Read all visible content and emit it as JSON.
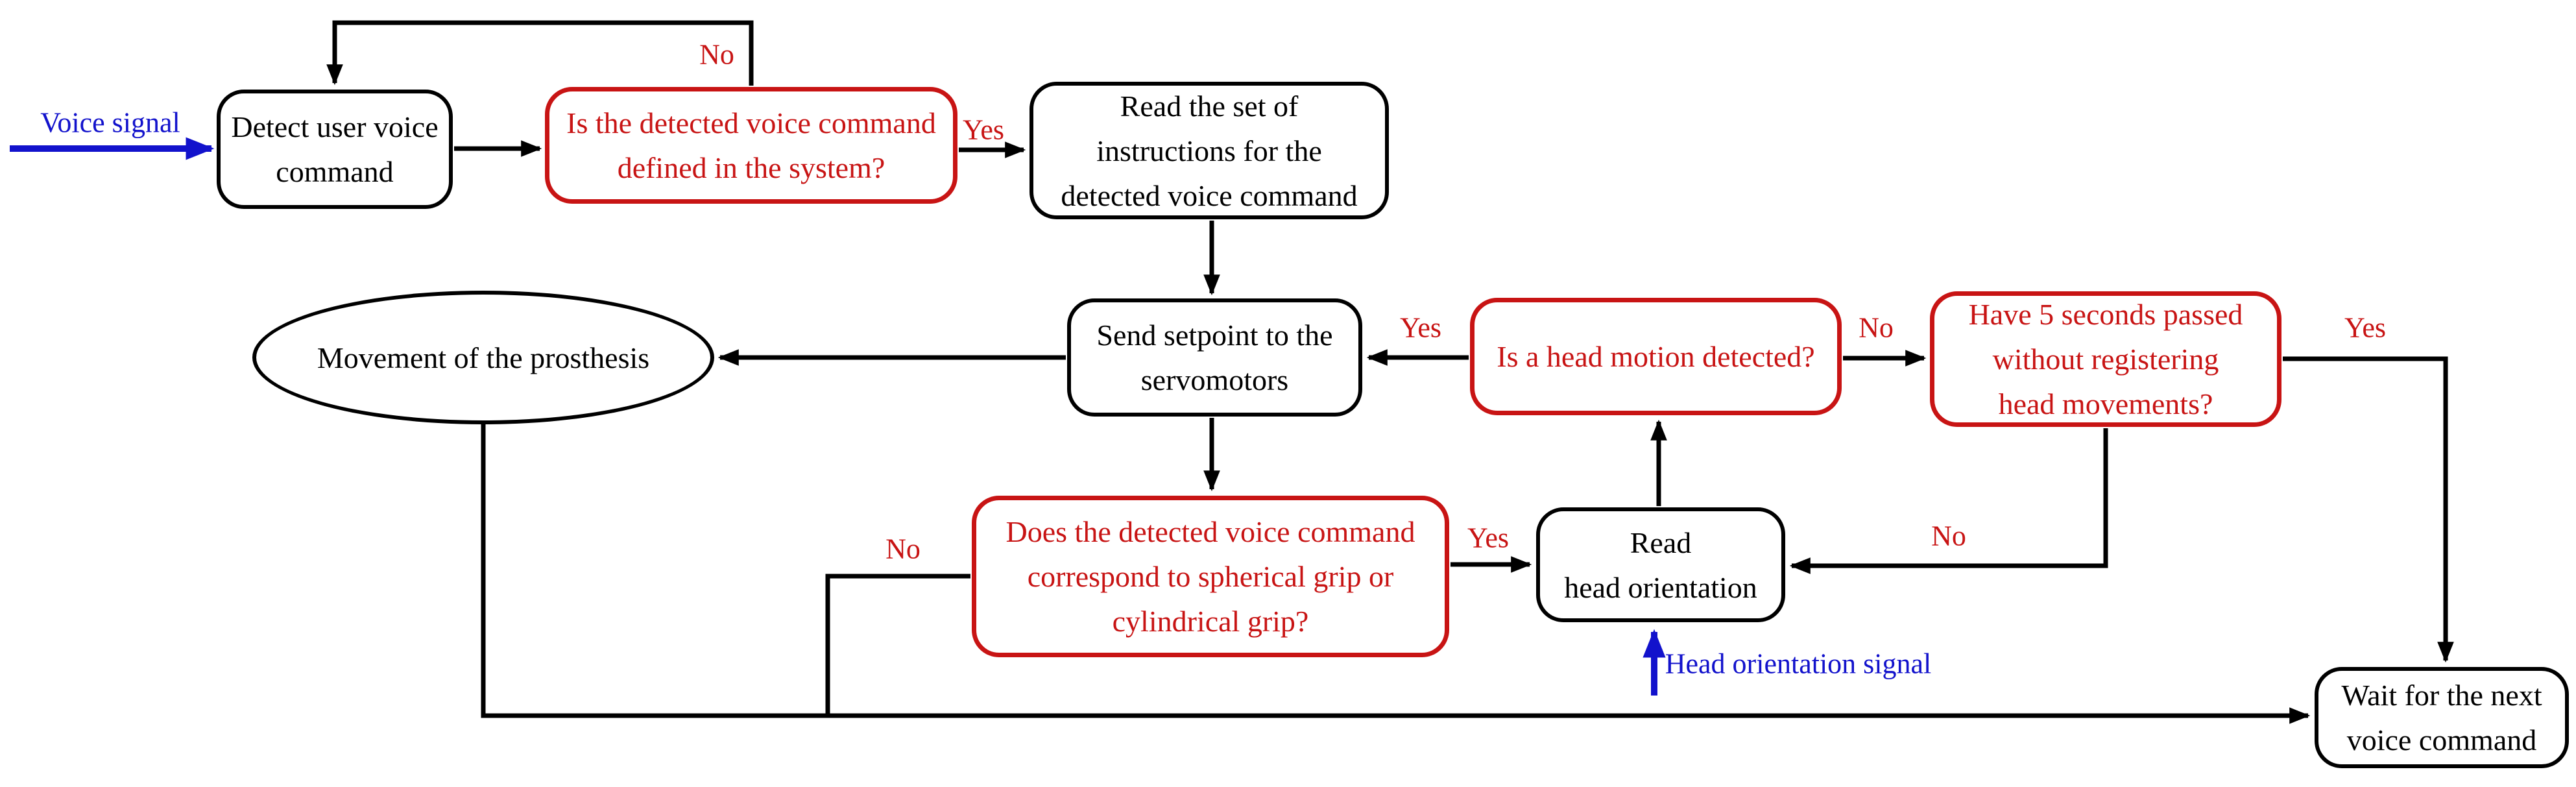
{
  "diagram": {
    "colors": {
      "node_stroke": "#000000",
      "decision_stroke": "#c81414",
      "signal": "#1212cc",
      "text": "#000000",
      "background": "#ffffff"
    },
    "nodes": {
      "detect": "Detect user voice\ncommand",
      "defined": "Is the detected voice command\ndefined in the system?",
      "read_set": "Read the set of\ninstructions for the\ndetected voice command",
      "send": "Send setpoint to the\nservomotors",
      "movement": "Movement of the prosthesis",
      "motion": "Is a head motion detected?",
      "five_sec": "Have 5 seconds passed\nwithout registering\nhead movements?",
      "does_grip": "Does the detected voice command\ncorrespond to spherical grip or\ncylindrical grip?",
      "read_head": "Read\nhead orientation",
      "wait": "Wait for the next\nvoice command"
    },
    "edge_labels": {
      "defined_no": "No",
      "defined_yes": "Yes",
      "motion_yes": "Yes",
      "motion_no": "No",
      "five_sec_yes": "Yes",
      "five_sec_no": "No",
      "does_grip_yes": "Yes",
      "does_grip_no": "No"
    },
    "signals": {
      "voice": "Voice signal",
      "head": "Head orientation signal"
    }
  }
}
